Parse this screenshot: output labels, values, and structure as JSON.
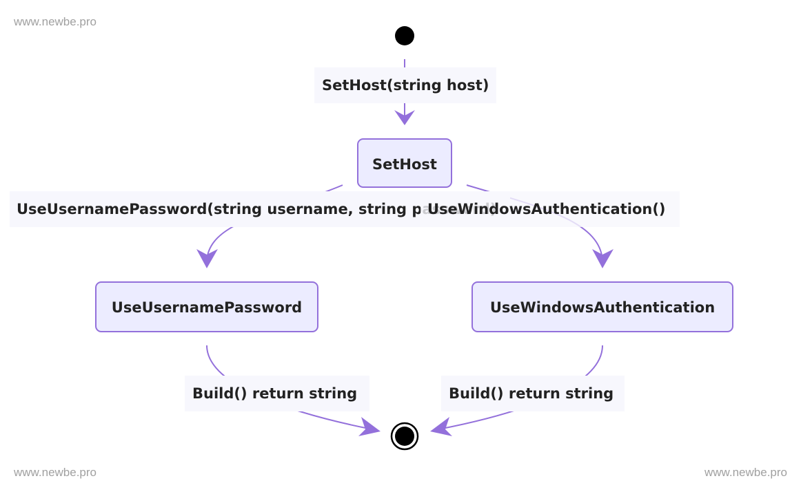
{
  "watermark": "www.newbe.pro",
  "colors": {
    "edge": "#9370DB",
    "node_fill": "#ECECFF",
    "node_border": "#9370DB",
    "label_bg": "#f7f7fd",
    "text": "#222222",
    "start_end": "#000000"
  },
  "states": {
    "sethost": "SetHost",
    "use_username_password": "UseUsernamePassword",
    "use_windows_authentication": "UseWindowsAuthentication"
  },
  "transitions": {
    "start_to_sethost": "SetHost(string host)",
    "sethost_to_username": "UseUsernamePassword(string username, string password)",
    "sethost_to_windows": "UseWindowsAuthentication()",
    "username_to_end": "Build() return string",
    "windows_to_end": "Build() return string"
  }
}
